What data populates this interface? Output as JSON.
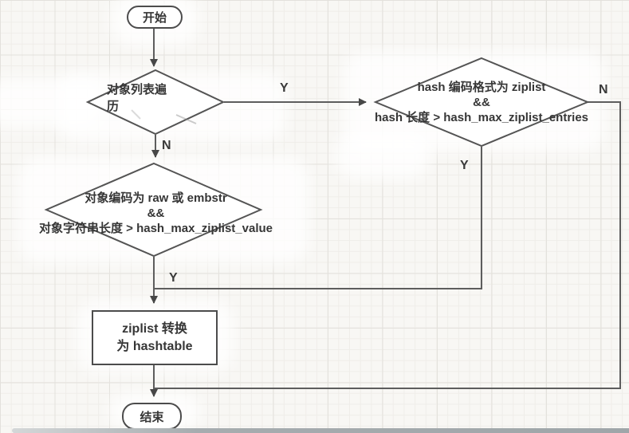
{
  "diagram": {
    "nodes": {
      "start": {
        "label": "开始"
      },
      "decision_list": {
        "label": "对象列表遍历"
      },
      "decision_hash": {
        "line1": "hash 编码格式为 ziplist",
        "line2": "&&",
        "line3": "hash 长度 > hash_max_ziplist_entries"
      },
      "decision_object": {
        "line1": "对象编码为 raw 或 embstr",
        "line2": "&&",
        "line3": "对象字符串长度 > hash_max_ziplist_value"
      },
      "process_convert": {
        "line1": "ziplist 转换",
        "line2": "为 hashtable"
      },
      "end": {
        "label": "结束"
      }
    },
    "edge_labels": {
      "list_yes": "Y",
      "list_no": "N",
      "hash_no": "N",
      "hash_yes": "Y",
      "object_yes": "Y"
    },
    "colors": {
      "background": "#f8f7f4",
      "grid_minor": "#efede9",
      "grid_major": "#e3e1dc",
      "edge_line": "#5d5d5d",
      "node_border": "#4c4c4c",
      "node_fill": "#ffffff",
      "text": "#363636",
      "bottom_bar": "#9fa6a9"
    }
  }
}
